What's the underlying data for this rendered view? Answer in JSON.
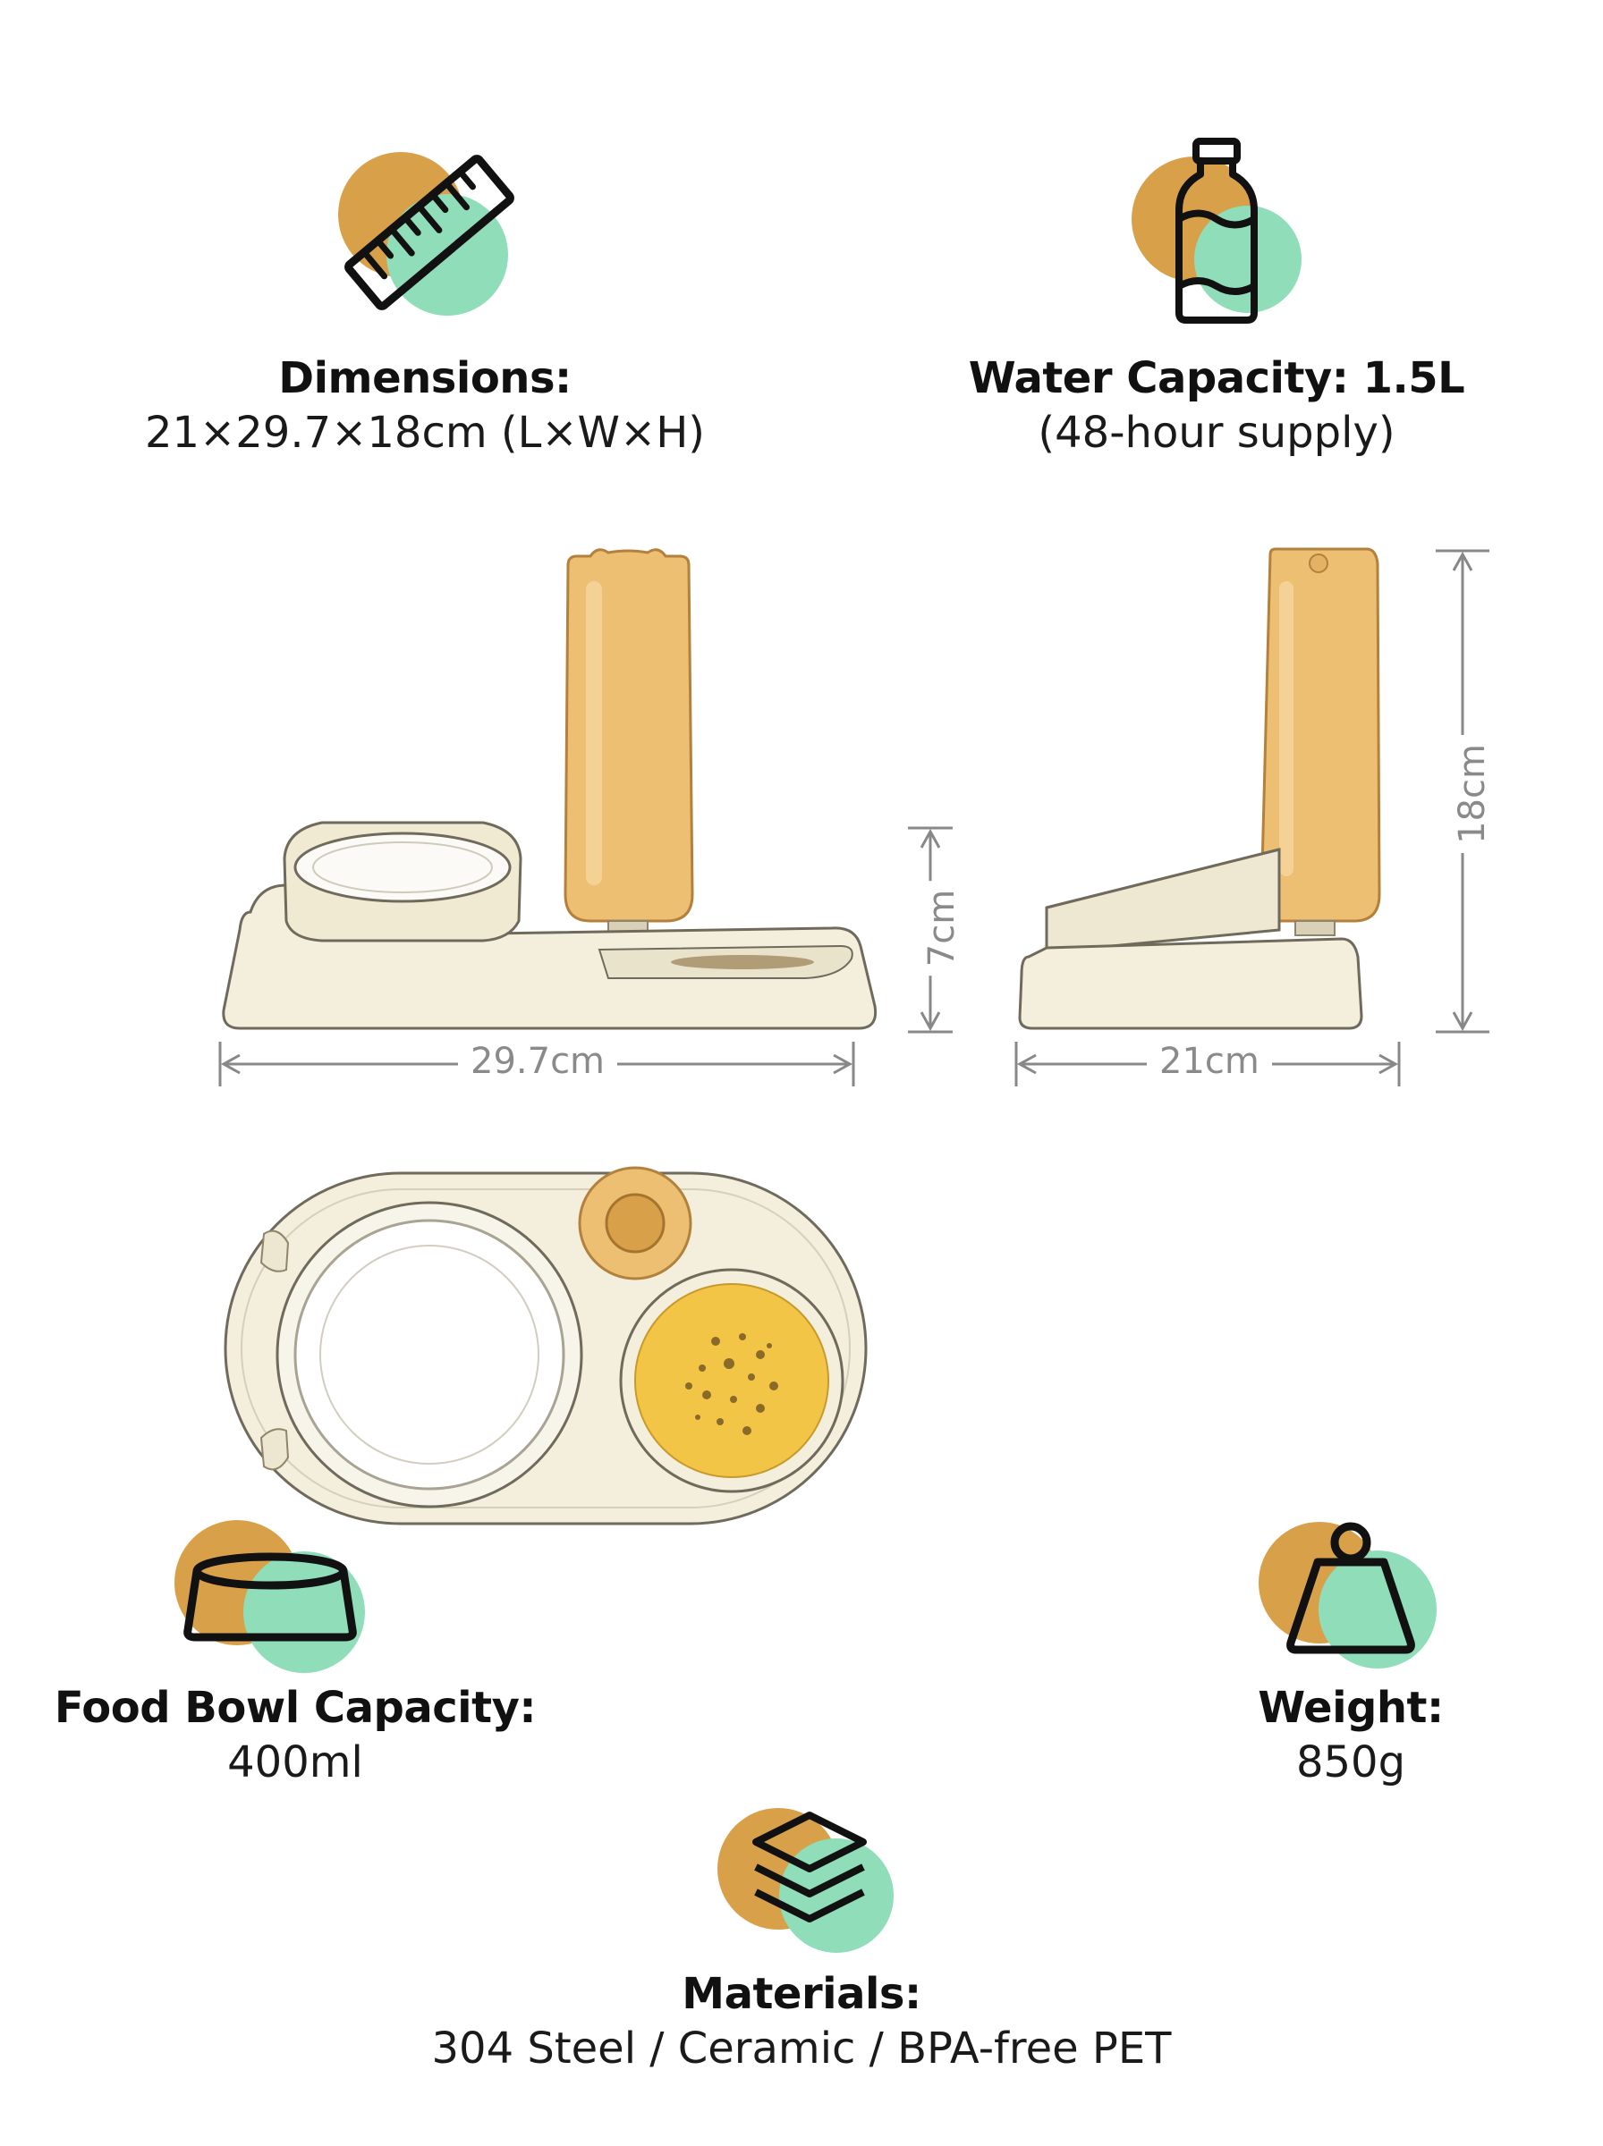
{
  "specs": {
    "dimensions": {
      "title": "Dimensions:",
      "value": "21×29.7×18cm (L×W×H)",
      "icon": "ruler-icon"
    },
    "water": {
      "title": "Water Capacity: 1.5L",
      "value": "(48-hour supply)",
      "icon": "water-bottle-icon"
    },
    "food": {
      "title": "Food Bowl Capacity:",
      "value": "400ml",
      "icon": "food-bowl-icon"
    },
    "weight": {
      "title": "Weight:",
      "value": "850g",
      "icon": "weight-icon"
    },
    "materials": {
      "title": "Materials:",
      "value": "304 Steel / Ceramic / BPA-free PET",
      "icon": "layers-icon"
    }
  },
  "measurements": {
    "front_width": "29.7cm",
    "front_height": "7cm",
    "side_length": "21cm",
    "side_height": "18cm"
  },
  "colors": {
    "accent_orange": "#D9A04A",
    "accent_green": "#8FDDB9",
    "base_cream": "#F4EEDD",
    "bottle_amber": "#ECBF73",
    "food_yellow": "#F2C547"
  }
}
